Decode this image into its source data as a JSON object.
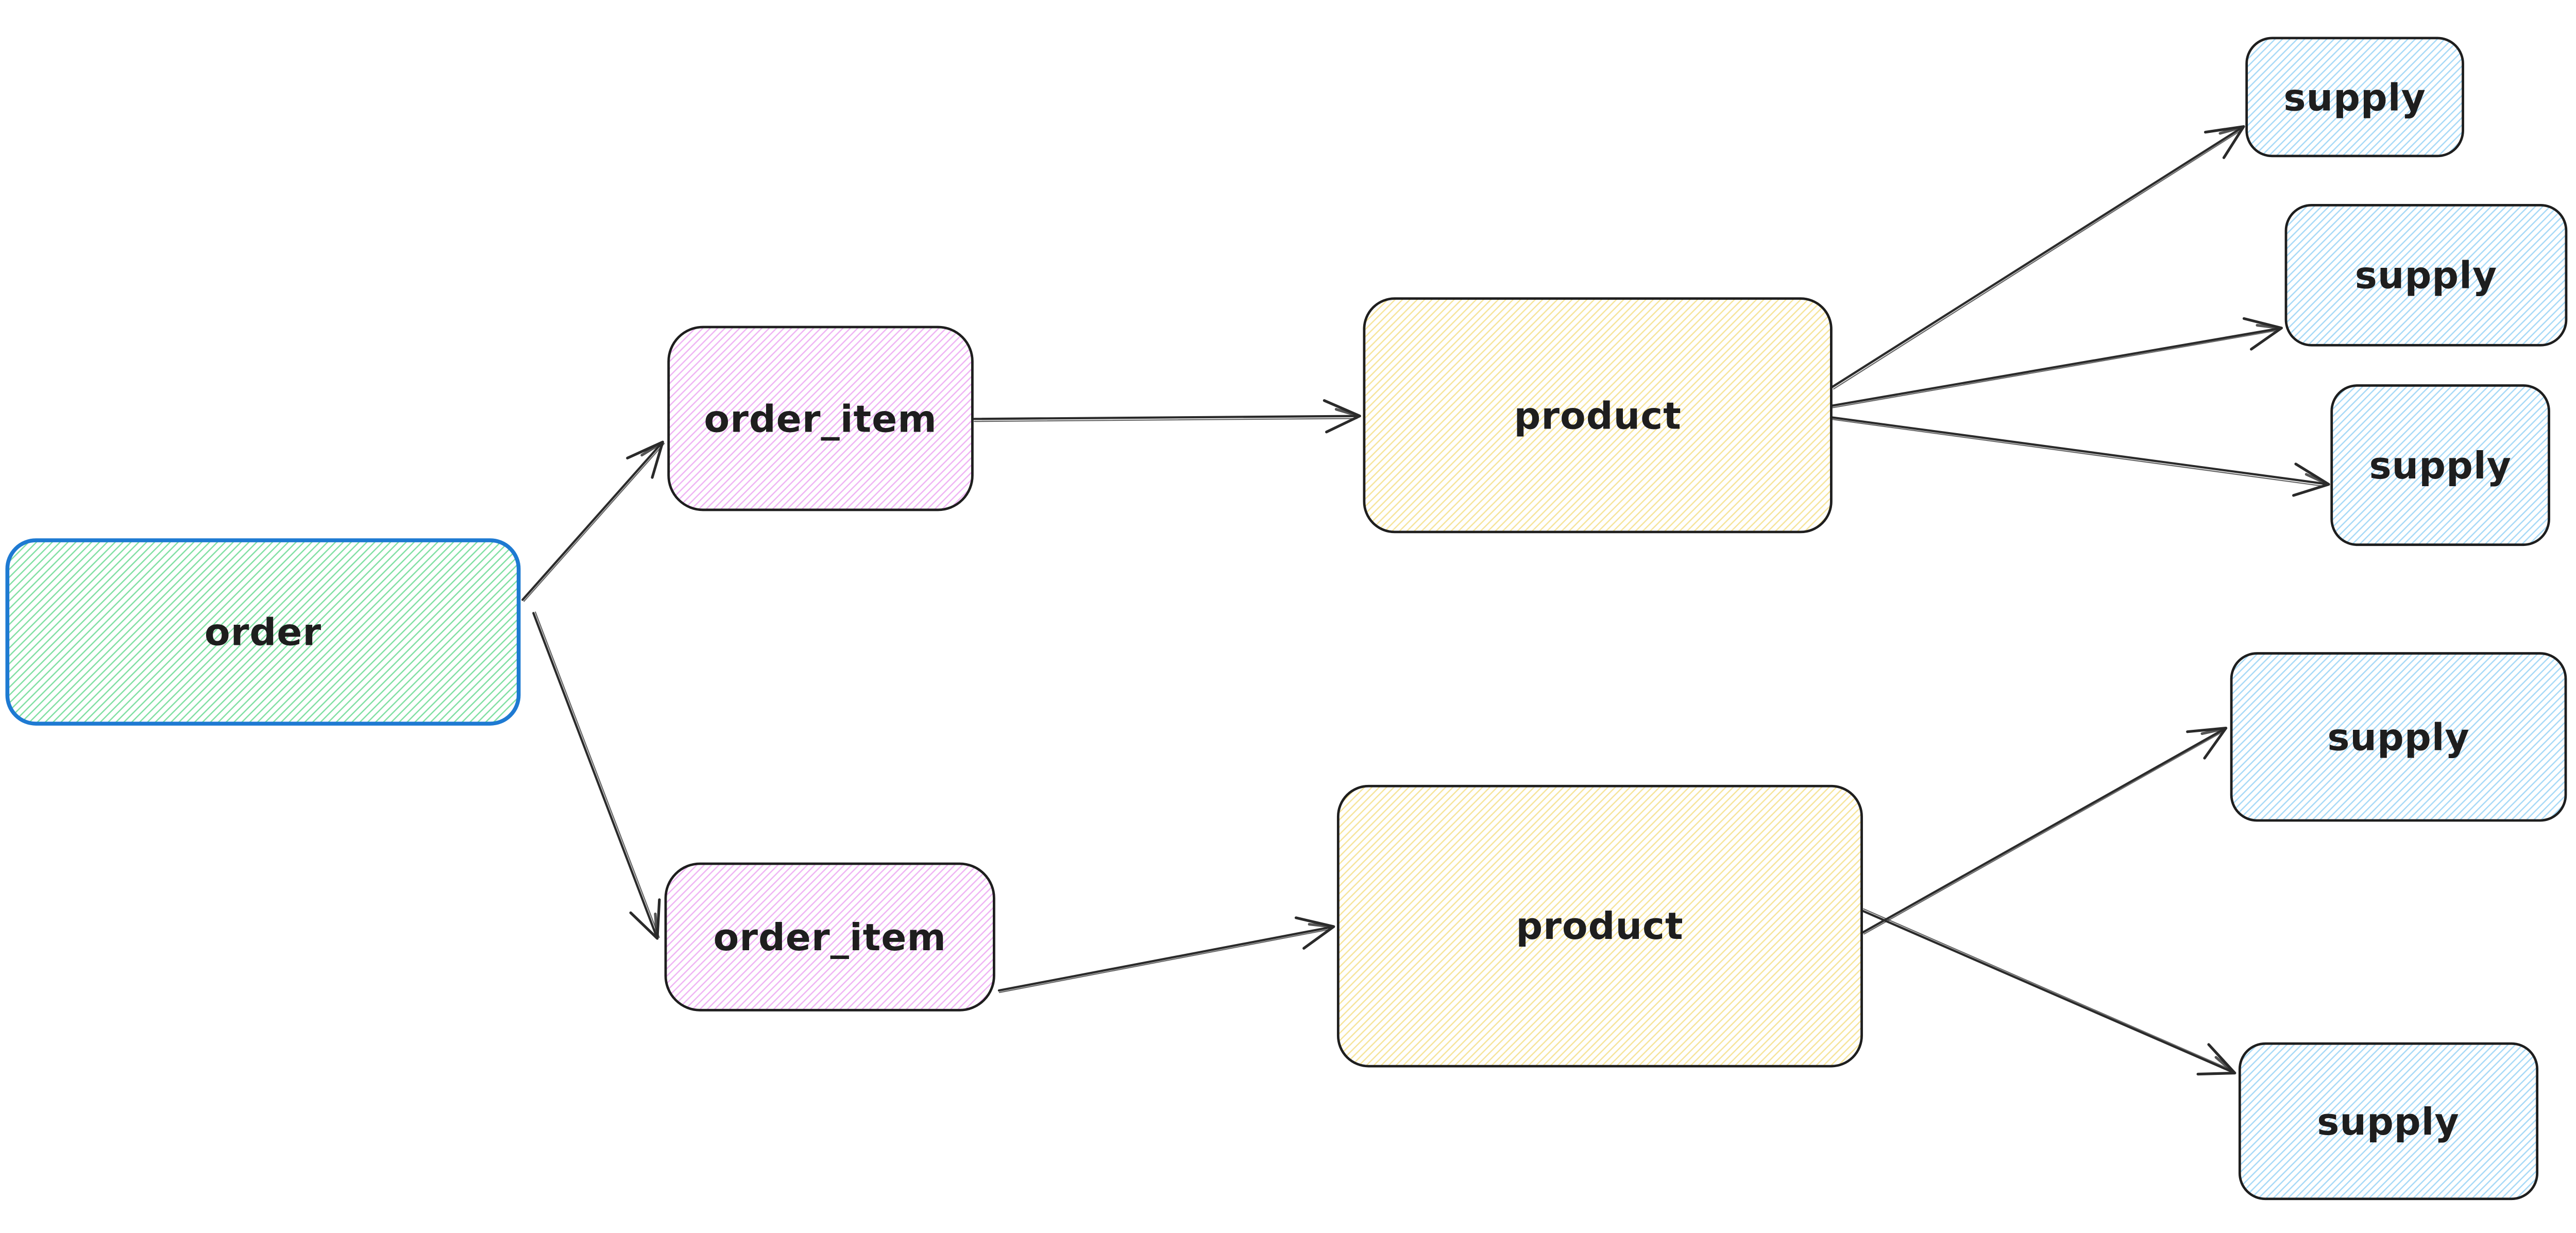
{
  "diagram": {
    "type": "flowchart",
    "colors": {
      "canvas_bg": "#ffffff",
      "label": "#1e1e1e",
      "box_stroke": "#1e1e1e",
      "order_stroke": "#1e7ad2",
      "arrow": "#2a2a2a",
      "hatch_green": "#7fdfa2",
      "hatch_pink": "#efb3f4",
      "hatch_yellow": "#f6e49a",
      "hatch_blue": "#a6d9f7"
    },
    "nodes": {
      "order": {
        "label": "order",
        "palette": "green"
      },
      "order_item_top": {
        "label": "order_item",
        "palette": "pink"
      },
      "order_item_bottom": {
        "label": "order_item",
        "palette": "pink"
      },
      "product_top": {
        "label": "product",
        "palette": "yellow"
      },
      "product_bottom": {
        "label": "product",
        "palette": "yellow"
      },
      "supply_1": {
        "label": "supply",
        "palette": "blue"
      },
      "supply_2": {
        "label": "supply",
        "palette": "blue"
      },
      "supply_3": {
        "label": "supply",
        "palette": "blue"
      },
      "supply_4": {
        "label": "supply",
        "palette": "blue"
      },
      "supply_5": {
        "label": "supply",
        "palette": "blue"
      }
    },
    "edges": [
      {
        "from": "order",
        "to": "order_item_top"
      },
      {
        "from": "order",
        "to": "order_item_bottom"
      },
      {
        "from": "order_item_top",
        "to": "product_top"
      },
      {
        "from": "order_item_bottom",
        "to": "product_bottom"
      },
      {
        "from": "product_top",
        "to": "supply_1"
      },
      {
        "from": "product_top",
        "to": "supply_2"
      },
      {
        "from": "product_top",
        "to": "supply_3"
      },
      {
        "from": "product_bottom",
        "to": "supply_4"
      },
      {
        "from": "product_bottom",
        "to": "supply_5"
      }
    ]
  }
}
